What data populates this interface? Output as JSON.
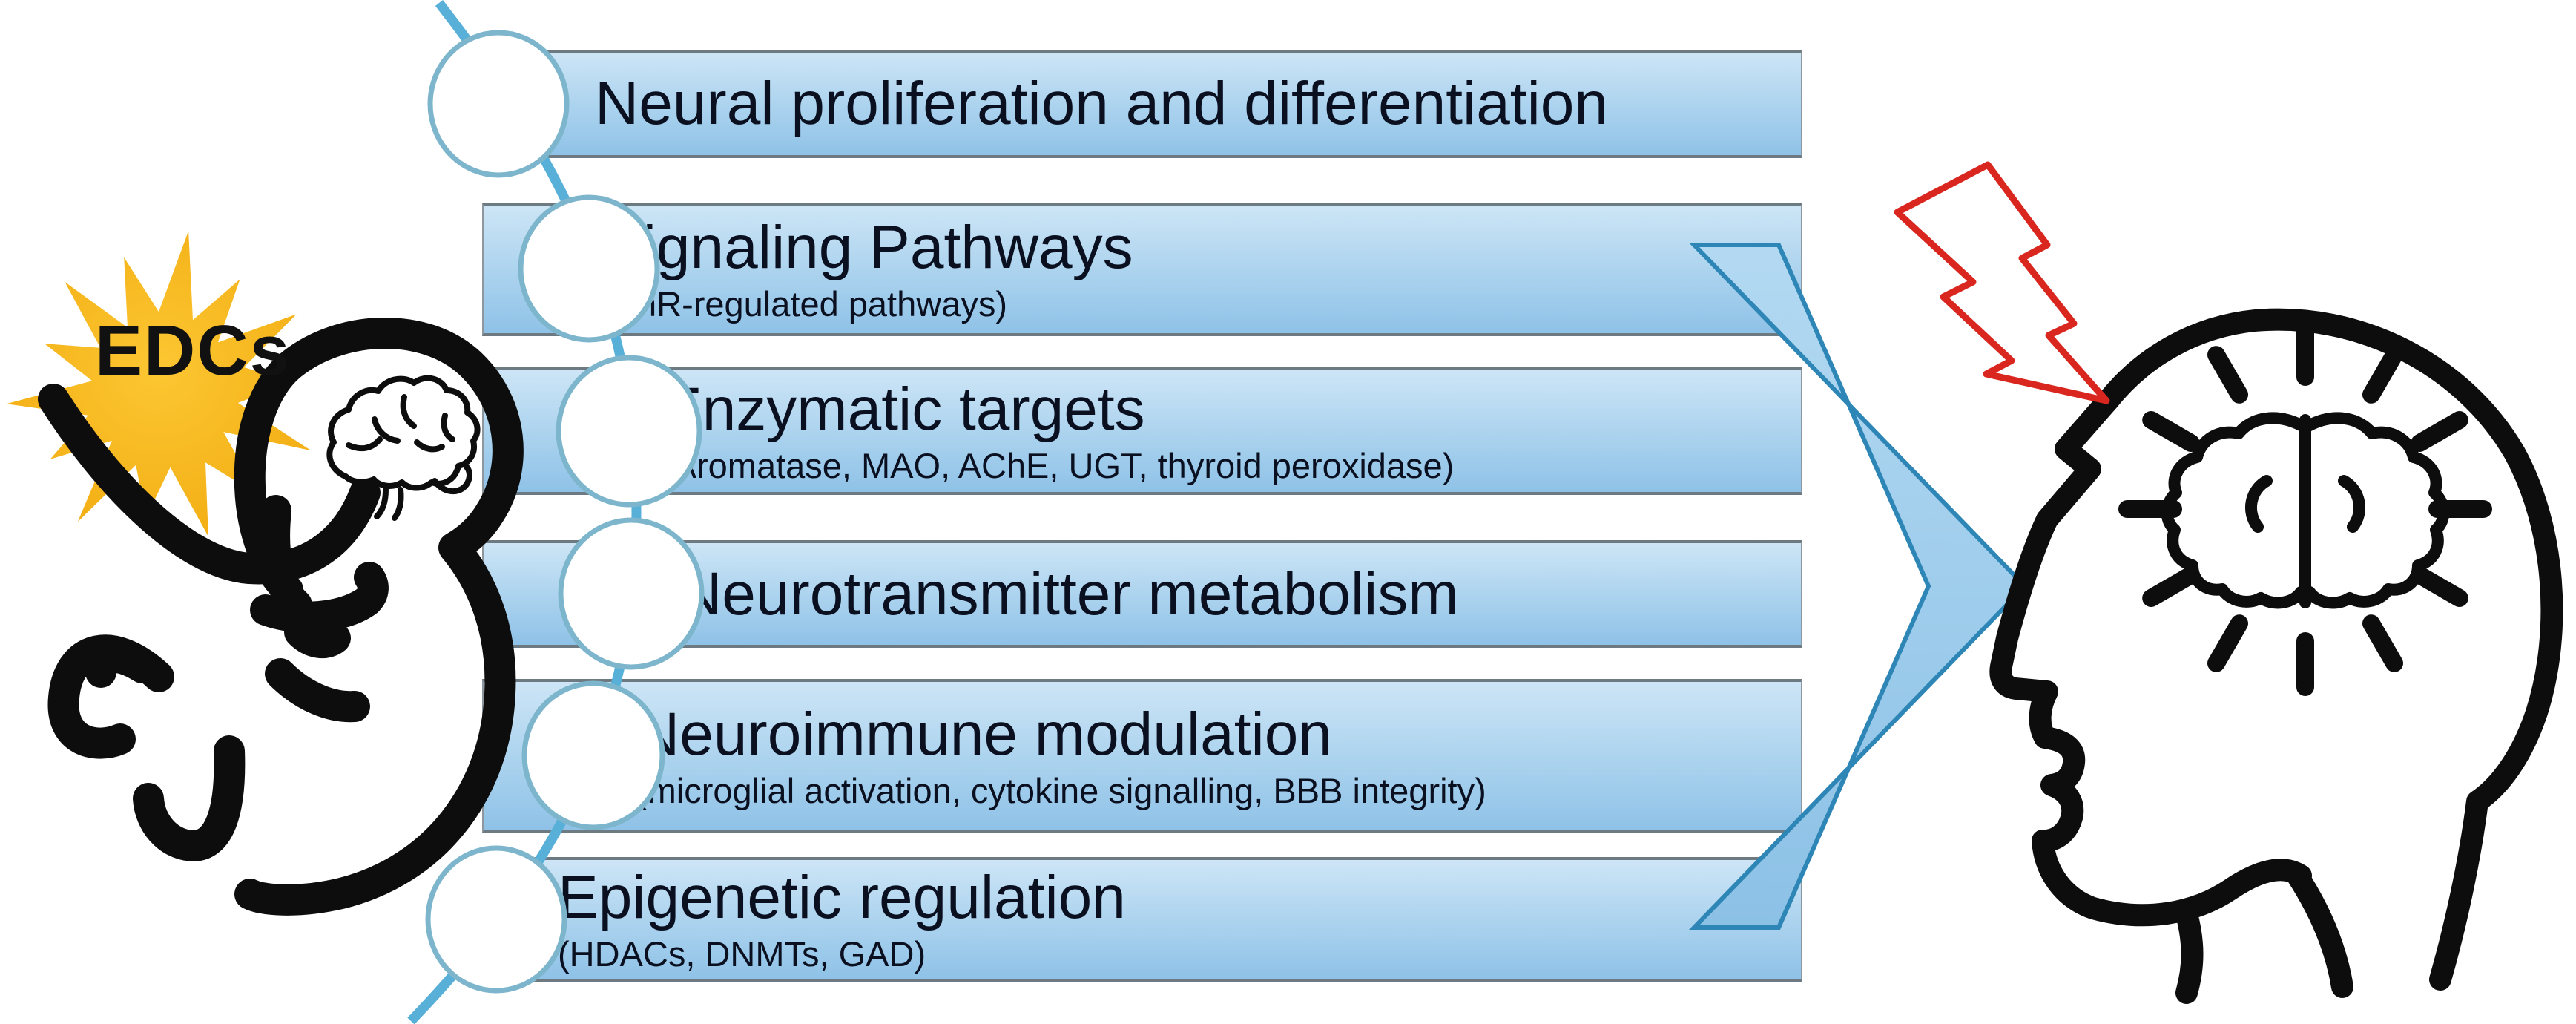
{
  "diagram": {
    "exposure_label": "EDCs",
    "stages": [
      {
        "title": "Neural proliferation and differentiation",
        "subtitle": ""
      },
      {
        "title": "Signaling Pathways",
        "subtitle": "(AhR-regulated pathways)"
      },
      {
        "title": "Enzymatic targets",
        "subtitle": "(Aromatase, MAO, AChE, UGT, thyroid peroxidase)"
      },
      {
        "title": "Neurotransmitter metabolism",
        "subtitle": ""
      },
      {
        "title": "Neuroimmune modulation",
        "subtitle": "(microglial activation, cytokine signalling, BBB integrity)"
      },
      {
        "title": "Epigenetic regulation",
        "subtitle": "(HDACs, DNMTs, GAD)"
      }
    ],
    "icons": {
      "left_figure": "fetus-with-brain-icon",
      "left_burst": "edcs-starburst-icon",
      "connector": "curved-spine-with-node-circles",
      "arrow": "right-chevron-arrow-icon",
      "strike": "red-lightning-bolt-icon",
      "right_figure": "human-head-profile-with-radiating-brain-icon"
    },
    "colors": {
      "bar_blue_top": "#cde5f6",
      "bar_blue_bottom": "#8fc2e7",
      "chevron_blue": "#8cc1e6",
      "chevron_outline": "#2e86b6",
      "spine_blue": "#58b0d9",
      "star_yellow": "#f6b41a",
      "lightning_red": "#d9261f",
      "ink_black": "#0d0d0d"
    }
  }
}
